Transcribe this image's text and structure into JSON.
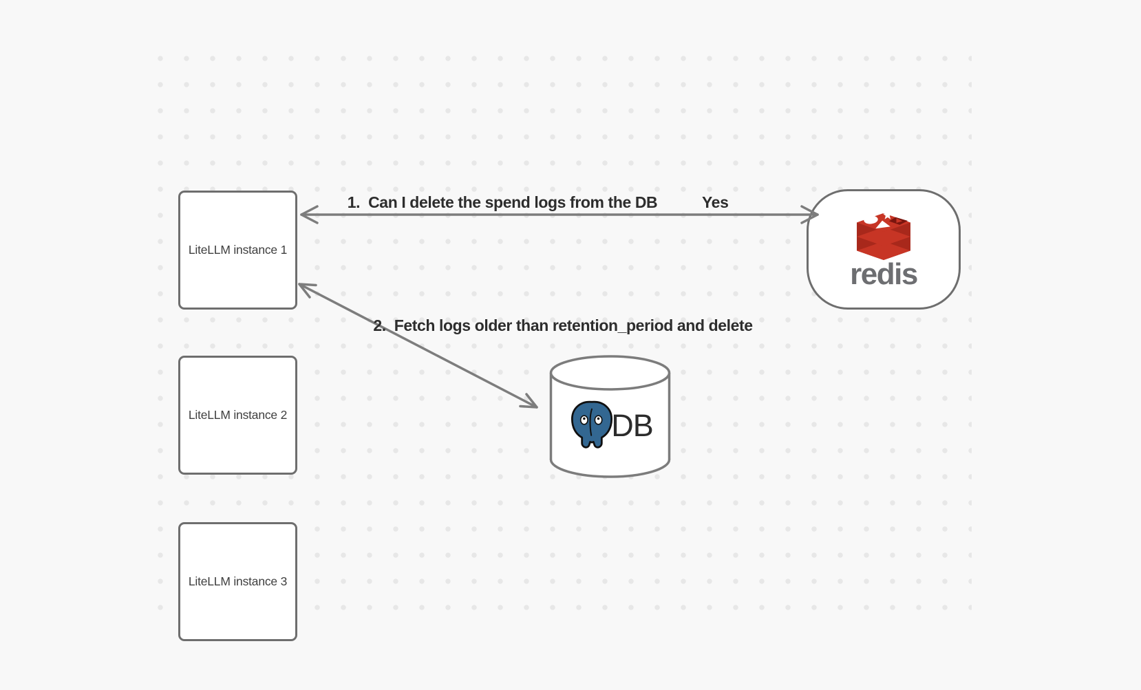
{
  "diagram": {
    "kind": "architecture-diagram",
    "background": "dotted-grid"
  },
  "nodes": {
    "litellm1": {
      "label": "LiteLLM instance 1"
    },
    "litellm2": {
      "label": "LiteLLM instance 2"
    },
    "litellm3": {
      "label": "LiteLLM instance 3"
    },
    "redis": {
      "wordmark": "redis",
      "icon": "redis-logo-icon"
    },
    "database": {
      "label": "DB",
      "icon": "postgresql-elephant-icon",
      "shape": "cylinder"
    }
  },
  "edges": [
    {
      "order": "1",
      "label": "1.  Can I delete the spend logs from the DB",
      "response": "Yes",
      "from": "LiteLLM instance 1",
      "to": "redis",
      "arrows": "both"
    },
    {
      "order": "2",
      "label": "2.  Fetch logs older than retention_period and delete",
      "from": "LiteLLM instance 1",
      "to": "DB",
      "arrows": "both"
    }
  ],
  "colors": {
    "background": "#f8f8f8",
    "dot": "#e7e7e7",
    "node_border": "#6e6e6e",
    "arrow_gray": "#7d7d7d",
    "text_dark": "#2d2d2d",
    "box_label": "#3f3f3f",
    "redis_red": "#c73525",
    "redis_dark_red": "#a8281b",
    "redis_cube": "#7a150e",
    "redis_wordmark_gray": "#6d6e71",
    "postgres_blue": "#336791"
  }
}
